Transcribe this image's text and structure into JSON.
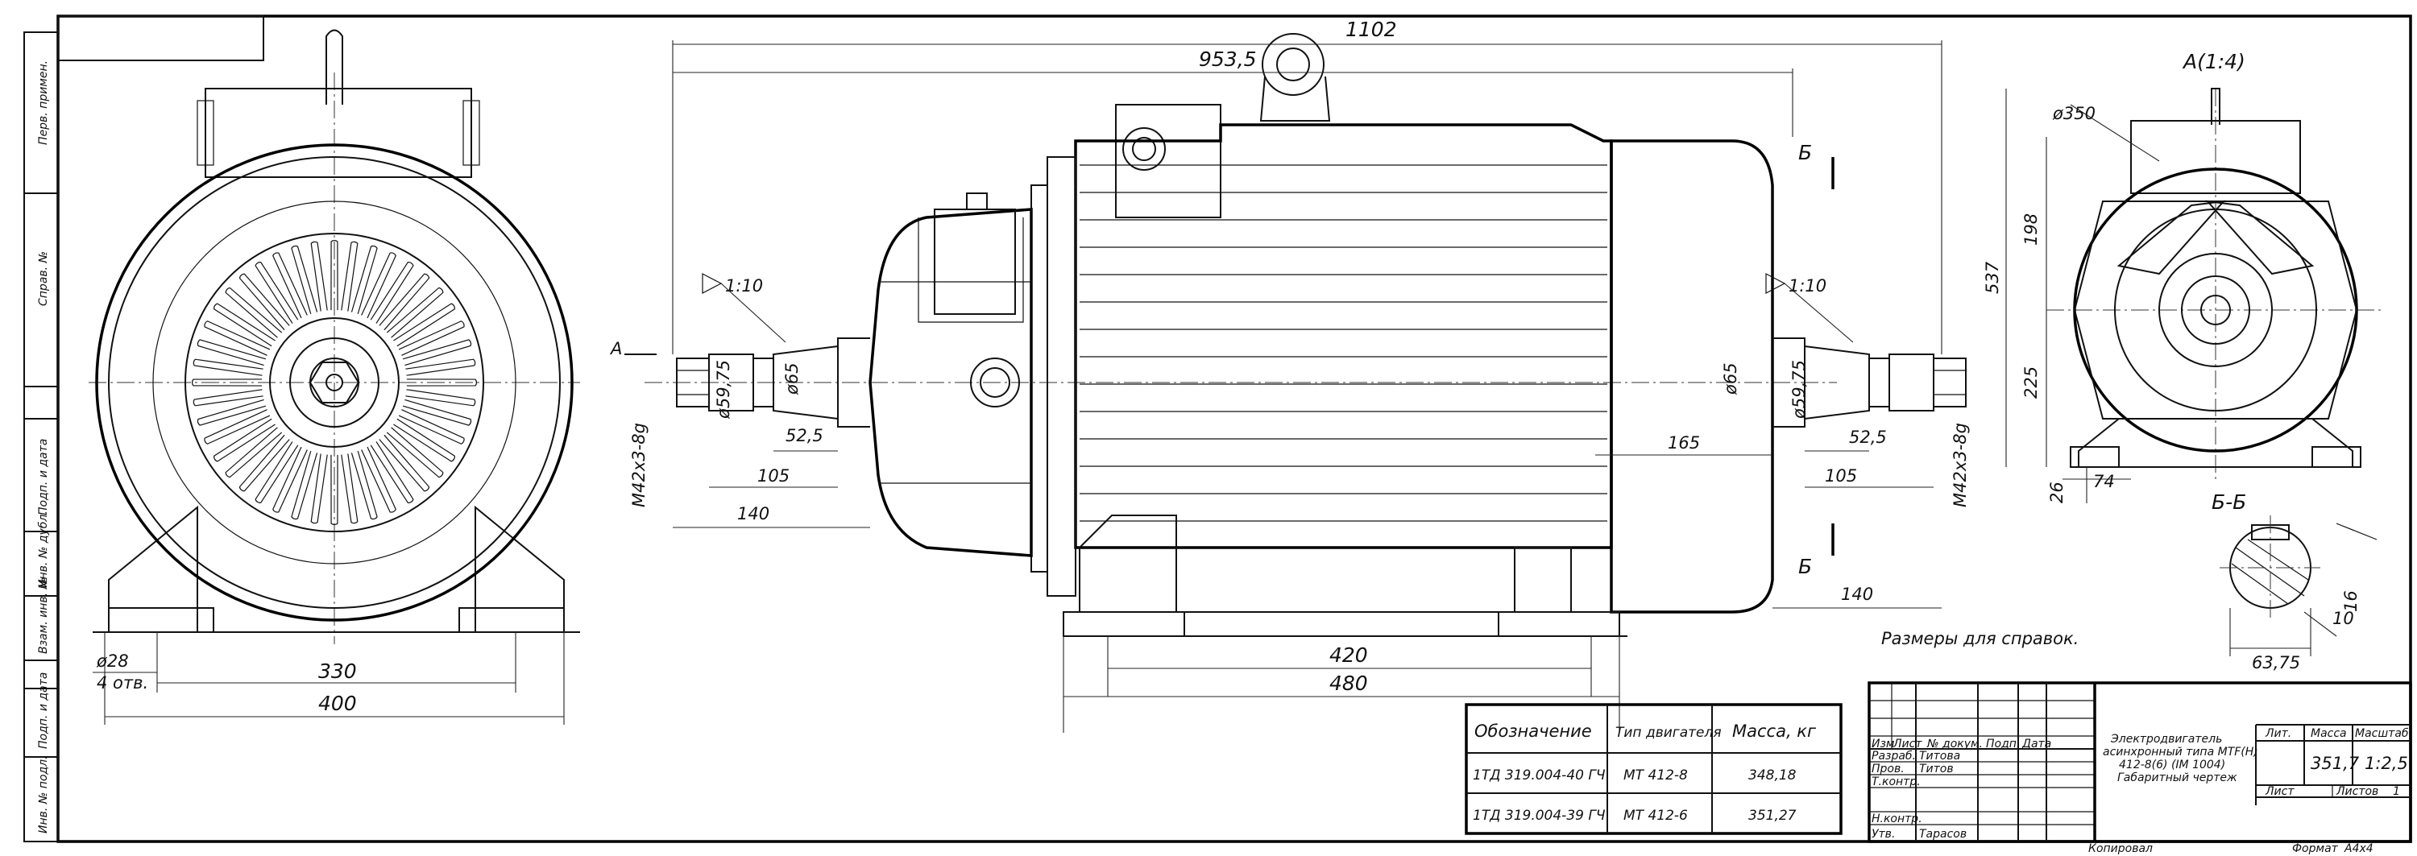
{
  "views": {
    "section_a": "А(1:4)",
    "section_bb": "Б-Б",
    "cut_b_top": "Б",
    "cut_b_bottom": "Б",
    "view_arrow_a": "А"
  },
  "front_view": {
    "hole_dia": "ø28",
    "hole_count": "4 отв.",
    "dim_330": "330",
    "dim_400": "400"
  },
  "side_view": {
    "overall_length": "1102",
    "length_953": "953,5",
    "taper_left": "1:10",
    "taper_right": "1:10",
    "shaft_dia_left": "ø59,75",
    "shaft_dia_left2": "ø65",
    "shaft_dia_right": "ø65",
    "shaft_dia_right2": "ø59,75",
    "thread_left": "М42х3-8g",
    "thread_right": "М42х3-8g",
    "dim_52_left": "52,5",
    "dim_105_left": "105",
    "dim_140_left": "140",
    "dim_52_right": "52,5",
    "dim_105_right": "105",
    "dim_140_right": "140",
    "dim_165": "165",
    "dim_420": "420",
    "dim_480": "480"
  },
  "end_view": {
    "dia_350": "ø350",
    "height_537": "537",
    "dim_198": "198",
    "dim_225": "225",
    "dim_26": "26",
    "dim_74": "74"
  },
  "section_view": {
    "dim_16": "16",
    "dim_10": "10",
    "dim_63": "63,75"
  },
  "note": "Размеры для справок.",
  "spec_table": {
    "headers": [
      "Обозначение",
      "Тип двигателя",
      "Масса, кг"
    ],
    "rows": [
      [
        "1ТД 319.004-40 ГЧ",
        "МТ 412-8",
        "348,18"
      ],
      [
        "1ТД 319.004-39 ГЧ",
        "МТ 412-6",
        "351,27"
      ]
    ]
  },
  "title_block": {
    "title_line1": "Электродвигатель",
    "title_line2": "асинхронный типа МТF(Н)",
    "title_line3": "412-8(6) (IM 1004)",
    "title_line4": "Габаритный чертеж",
    "col_izm": "Изм",
    "col_list": "Лист",
    "col_doc": "№ докум.",
    "col_podp": "Подп.",
    "col_data": "Дата",
    "razrab_label": "Разраб.",
    "razrab_name": "Титова",
    "prov_label": "Пров.",
    "prov_name": "Титов",
    "tkontr_label": "Т.контр.",
    "nkontr_label": "Н.контр.",
    "utv_label": "Утв.",
    "utv_name": "Тарасов",
    "lit": "Лит.",
    "massa": "Масса",
    "masshtab": "Масштаб",
    "mass_value": "351,7",
    "scale_value": "1:2,5",
    "list_label": "Лист",
    "listov_label": "Листов",
    "listov_value": "1",
    "copied": "Копировал",
    "format_label": "Формат",
    "format_value": "А4х4"
  },
  "left_strip": {
    "labels": [
      "Перв. примен.",
      "Справ. №",
      "Подп. и дата",
      "Инв. № дубл.",
      "Взам. инв. №",
      "Подп. и дата",
      "Инв. № подл."
    ]
  }
}
